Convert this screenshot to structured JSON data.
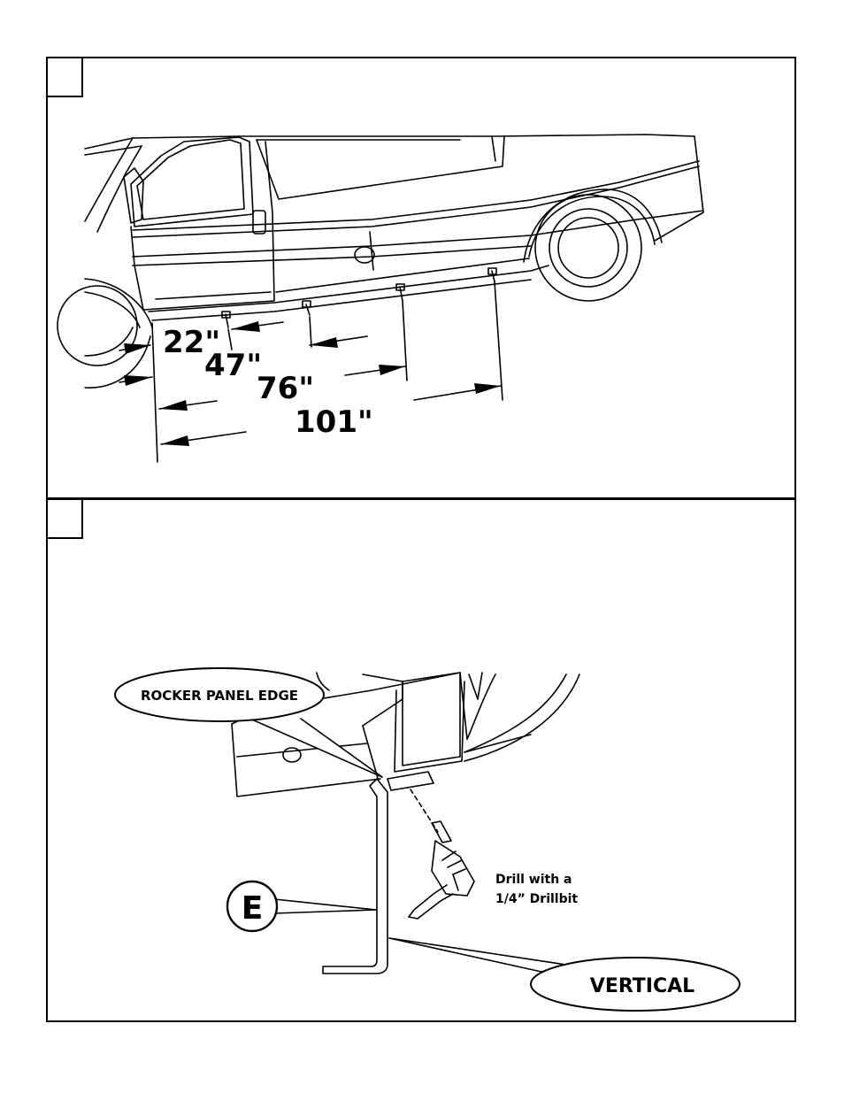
{
  "figure1": {
    "dimensions": [
      "22\"",
      "47\"",
      "76\"",
      "101\""
    ]
  },
  "figure2": {
    "callouts": {
      "rocker_panel_edge": "ROCKER PANEL EDGE",
      "part_letter": "E",
      "vertical": "VERTICAL"
    },
    "drill_note": {
      "line1": "Drill with a",
      "line2": "1/4” Drillbit"
    }
  }
}
